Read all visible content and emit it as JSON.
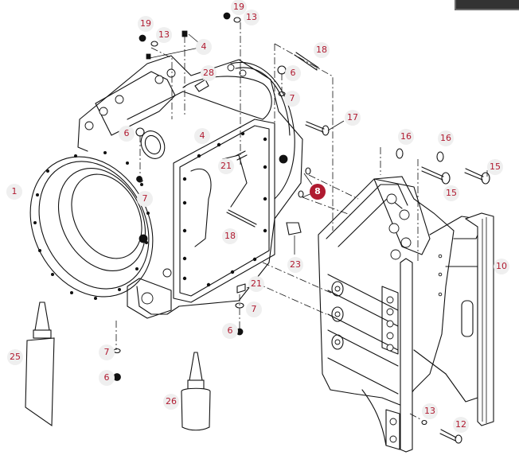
{
  "diagram": {
    "title": "Exploded parts view",
    "type": "parts-callout-diagram",
    "colors": {
      "callout_text": "#b01a30",
      "callout_bg": "#efefef",
      "callout_active_bg": "#b01a30",
      "callout_active_text": "#ffffff",
      "line_art": "#111111",
      "corner_bar": "#333333"
    },
    "callouts": [
      {
        "id": "c1",
        "label": "1",
        "active": false
      },
      {
        "id": "c4a",
        "label": "4",
        "active": false
      },
      {
        "id": "c4b",
        "label": "4",
        "active": false
      },
      {
        "id": "c6a",
        "label": "6",
        "active": false
      },
      {
        "id": "c6b",
        "label": "6",
        "active": false
      },
      {
        "id": "c6c",
        "label": "6",
        "active": false
      },
      {
        "id": "c6d",
        "label": "6",
        "active": false
      },
      {
        "id": "c7a",
        "label": "7",
        "active": false
      },
      {
        "id": "c7b",
        "label": "7",
        "active": false
      },
      {
        "id": "c7c",
        "label": "7",
        "active": false
      },
      {
        "id": "c7d",
        "label": "7",
        "active": false
      },
      {
        "id": "c8",
        "label": "8",
        "active": true
      },
      {
        "id": "c10",
        "label": "10",
        "active": false
      },
      {
        "id": "c12",
        "label": "12",
        "active": false
      },
      {
        "id": "c13a",
        "label": "13",
        "active": false
      },
      {
        "id": "c13b",
        "label": "13",
        "active": false
      },
      {
        "id": "c13c",
        "label": "13",
        "active": false
      },
      {
        "id": "c15a",
        "label": "15",
        "active": false
      },
      {
        "id": "c15b",
        "label": "15",
        "active": false
      },
      {
        "id": "c16a",
        "label": "16",
        "active": false
      },
      {
        "id": "c16b",
        "label": "16",
        "active": false
      },
      {
        "id": "c17",
        "label": "17",
        "active": false
      },
      {
        "id": "c18a",
        "label": "18",
        "active": false
      },
      {
        "id": "c18b",
        "label": "18",
        "active": false
      },
      {
        "id": "c19a",
        "label": "19",
        "active": false
      },
      {
        "id": "c19b",
        "label": "19",
        "active": false
      },
      {
        "id": "c21a",
        "label": "21",
        "active": false
      },
      {
        "id": "c21b",
        "label": "21",
        "active": false
      },
      {
        "id": "c23",
        "label": "23",
        "active": false
      },
      {
        "id": "c25",
        "label": "25",
        "active": false
      },
      {
        "id": "c26",
        "label": "26",
        "active": false
      },
      {
        "id": "c28",
        "label": "28",
        "active": false
      }
    ]
  }
}
